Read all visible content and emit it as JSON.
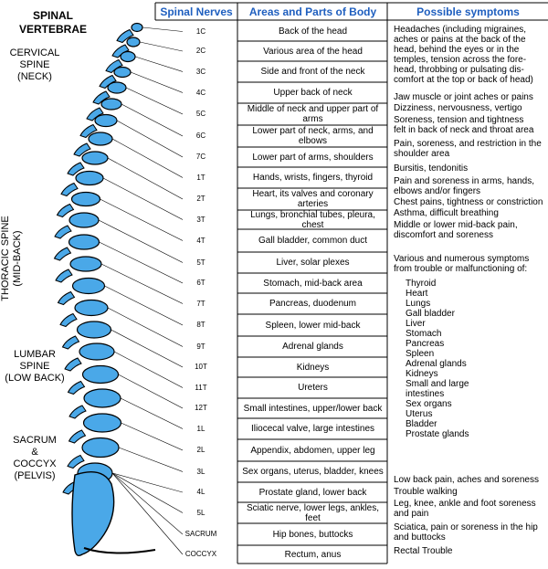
{
  "title": "SPINAL\nVERTEBRAE",
  "regions": [
    {
      "label": "CERVICAL\nSPINE\n(NECK)"
    },
    {
      "label": "THORACIC SPINE\n(MID-BACK)"
    },
    {
      "label": "LUMBAR\nSPINE\n(LOW BACK)"
    },
    {
      "label": "SACRUM\n&\nCOCCYX\n(PELVIS)"
    }
  ],
  "headers": {
    "nerves": "Spinal Nerves",
    "areas": "Areas and Parts of Body",
    "symptoms": "Possible symptoms"
  },
  "rows": [
    {
      "nerve": "1C",
      "area": "Back of the head"
    },
    {
      "nerve": "2C",
      "area": "Various area of the head"
    },
    {
      "nerve": "3C",
      "area": "Side and front of the neck"
    },
    {
      "nerve": "4C",
      "area": "Upper back of neck"
    },
    {
      "nerve": "5C",
      "area": "Middle of neck and upper part of arms"
    },
    {
      "nerve": "6C",
      "area": "Lower part of neck, arms, and elbows"
    },
    {
      "nerve": "7C",
      "area": "Lower part of arms, shoulders"
    },
    {
      "nerve": "1T",
      "area": "Hands, wrists, fingers, thyroid"
    },
    {
      "nerve": "2T",
      "area": "Heart, its valves and coronary arteries"
    },
    {
      "nerve": "3T",
      "area": "Lungs, bronchial tubes, pleura, chest"
    },
    {
      "nerve": "4T",
      "area": "Gall bladder, common duct"
    },
    {
      "nerve": "5T",
      "area": "Liver, solar plexes"
    },
    {
      "nerve": "6T",
      "area": "Stomach, mid-back area"
    },
    {
      "nerve": "7T",
      "area": "Pancreas, duodenum"
    },
    {
      "nerve": "8T",
      "area": "Spleen, lower mid-back"
    },
    {
      "nerve": "9T",
      "area": "Adrenal glands"
    },
    {
      "nerve": "10T",
      "area": "Kidneys"
    },
    {
      "nerve": "11T",
      "area": "Ureters"
    },
    {
      "nerve": "12T",
      "area": "Small intestines, upper/lower back"
    },
    {
      "nerve": "1L",
      "area": "Iliocecal valve, large intestines"
    },
    {
      "nerve": "2L",
      "area": "Appendix, abdomen, upper leg"
    },
    {
      "nerve": "3L",
      "area": "Sex organs, uterus, bladder, knees"
    },
    {
      "nerve": "4L",
      "area": "Prostate gland, lower back"
    },
    {
      "nerve": "5L",
      "area": "Sciatic nerve, lower legs, ankles, feet"
    },
    {
      "nerve": "SACRUM",
      "area": "Hip bones, buttocks"
    },
    {
      "nerve": "COCCYX",
      "area": "Rectum, anus"
    }
  ],
  "symptoms": [
    "Headaches (including migraines,\naches or pains at the back of the\nhead, behind the eyes or in the\ntemples, tension across the fore-\nhead, throbbing or pulsating dis-\ncomfort at the top or back of head)",
    "Jaw muscle or joint aches or pains",
    "Dizziness, nervousness, vertigo",
    "Soreness, tension and tightness\nfelt in back of neck and throat area",
    "Pain, soreness, and restriction in the\nshoulder area",
    "Bursitis, tendonitis",
    "Pain and soreness in arms, hands,\nelbows and/or fingers",
    "Chest pains, tightness or constriction",
    "Asthma, difficult breathing",
    "Middle or lower mid-back pain,\ndiscomfort and soreness",
    "Various and numerous symptoms\nfrom trouble or malfunctioning of:",
    "Thyroid\nHeart\nLungs\nGall bladder\nLiver\nStomach\nPancreas\nSpleen\nAdrenal glands\nKidneys\nSmall and large\n    intestines\nSex organs\nUterus\nBladder\nProstate glands",
    "Low back pain, aches and soreness",
    "Trouble walking",
    "Leg, knee, ankle and foot soreness\nand pain",
    "Sciatica, pain or soreness in the hip\nand buttocks",
    "Rectal Trouble"
  ],
  "colors": {
    "bone": "#4aa8e8",
    "bone_dark": "#000000",
    "header_text": "#1f5fbf"
  }
}
